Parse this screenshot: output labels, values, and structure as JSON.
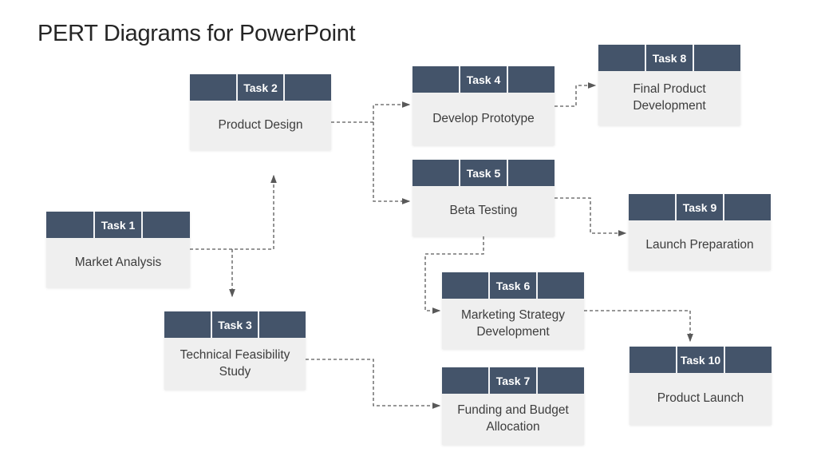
{
  "title": "PERT Diagrams for PowerPoint",
  "colors": {
    "header": "#44546A",
    "body": "#EFEFEF",
    "body_text": "#3D3D3D",
    "header_text": "#FFFFFF",
    "title_text": "#262626",
    "connector": "#595959",
    "background": "#FFFFFF"
  },
  "tasks": [
    {
      "tag": "Task 1",
      "label": "Market Analysis"
    },
    {
      "tag": "Task 2",
      "label": "Product Design"
    },
    {
      "tag": "Task 3",
      "label": "Technical Feasibility Study"
    },
    {
      "tag": "Task 4",
      "label": "Develop Prototype"
    },
    {
      "tag": "Task 5",
      "label": "Beta Testing"
    },
    {
      "tag": "Task 6",
      "label": "Marketing Strategy Development"
    },
    {
      "tag": "Task 7",
      "label": "Funding and Budget Allocation"
    },
    {
      "tag": "Task 8",
      "label": "Final Product Development"
    },
    {
      "tag": "Task 9",
      "label": "Launch Preparation"
    },
    {
      "tag": "Task 10",
      "label": "Product Launch"
    }
  ],
  "connections": [
    {
      "from": "Task 1",
      "to": "Task 2"
    },
    {
      "from": "Task 1",
      "to": "Task 3"
    },
    {
      "from": "Task 2",
      "to": "Task 4"
    },
    {
      "from": "Task 2",
      "to": "Task 5"
    },
    {
      "from": "Task 4",
      "to": "Task 8"
    },
    {
      "from": "Task 5",
      "to": "Task 9"
    },
    {
      "from": "Task 5",
      "to": "Task 6"
    },
    {
      "from": "Task 3",
      "to": "Task 7"
    },
    {
      "from": "Task 6",
      "to": "Task 10"
    }
  ]
}
